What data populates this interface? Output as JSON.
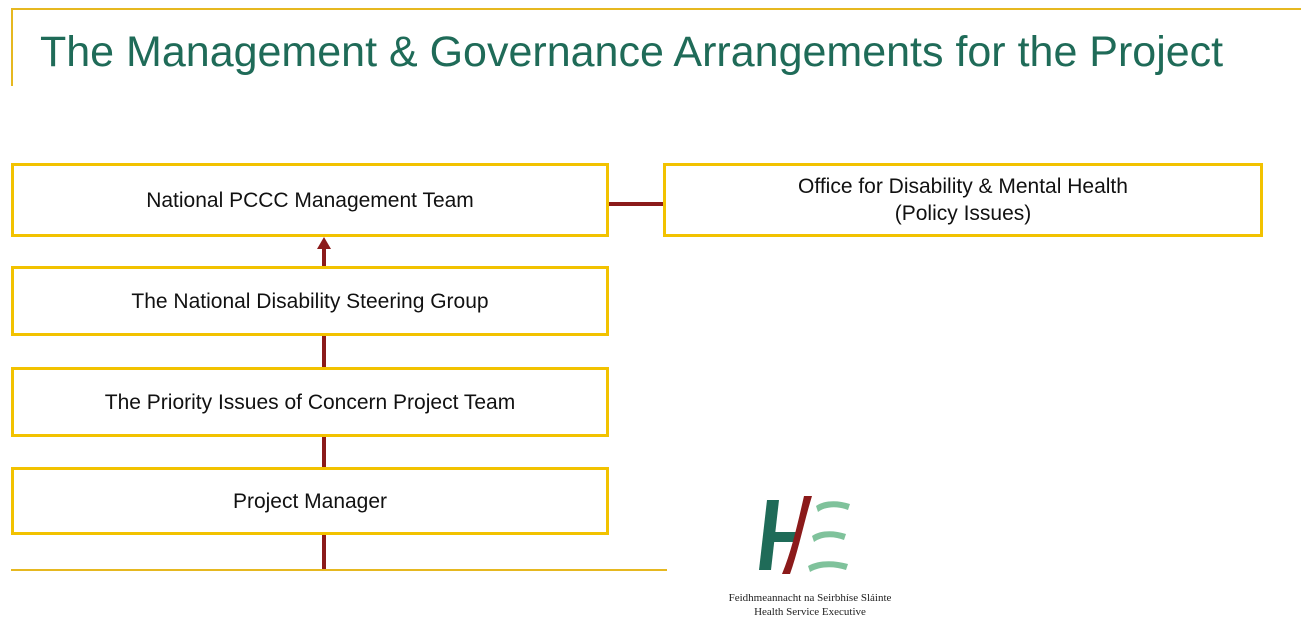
{
  "title": "The Management & Governance Arrangements for the Project",
  "boxes": {
    "national_pccc": "National PCCC Management Team",
    "office_line1": "Office for Disability & Mental Health",
    "office_line2": "(Policy Issues)",
    "steering_group": "The National Disability Steering Group",
    "project_team": "The Priority Issues of Concern Project Team",
    "project_manager": "Project Manager"
  },
  "logo": {
    "line1": "Feidhmeannacht na Seirbhíse Sláinte",
    "line2": "Health Service Executive"
  },
  "colors": {
    "title": "#1f6b58",
    "box_border": "#f2c200",
    "connector": "#8b1a1a",
    "rule": "#e6b820"
  }
}
